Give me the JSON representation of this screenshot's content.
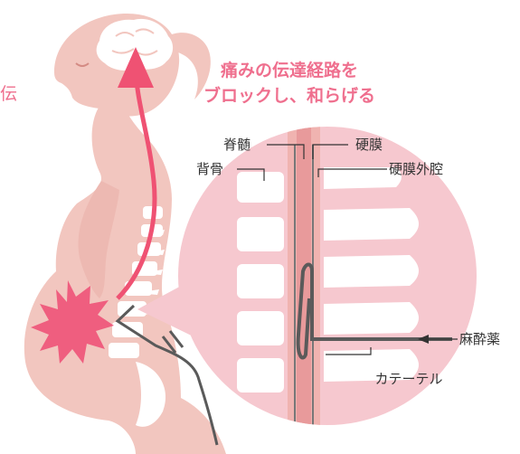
{
  "headline": {
    "line1": "痛みの伝達経路を",
    "line2": "ブロックし、和らげる",
    "color": "#ef6f8e"
  },
  "left_edge_fragment": "伝",
  "labels": {
    "spinal_cord": "脊髄",
    "dura": "硬膜",
    "spine": "背骨",
    "epidural_space": "硬膜外腔",
    "anesthetic": "麻酔薬",
    "catheter": "カテーテル"
  },
  "colors": {
    "body": "#f2c6bf",
    "zoom_circle": "#f6c8cf",
    "pain_burst": "#ef5e7f",
    "pain_pathway": "#ef5273",
    "vertebra": "#ffffff",
    "catheter": "#5a5a5a",
    "text": "#333333"
  },
  "icons": [
    "brain-icon",
    "pain-burst-icon",
    "syringe-icon"
  ]
}
